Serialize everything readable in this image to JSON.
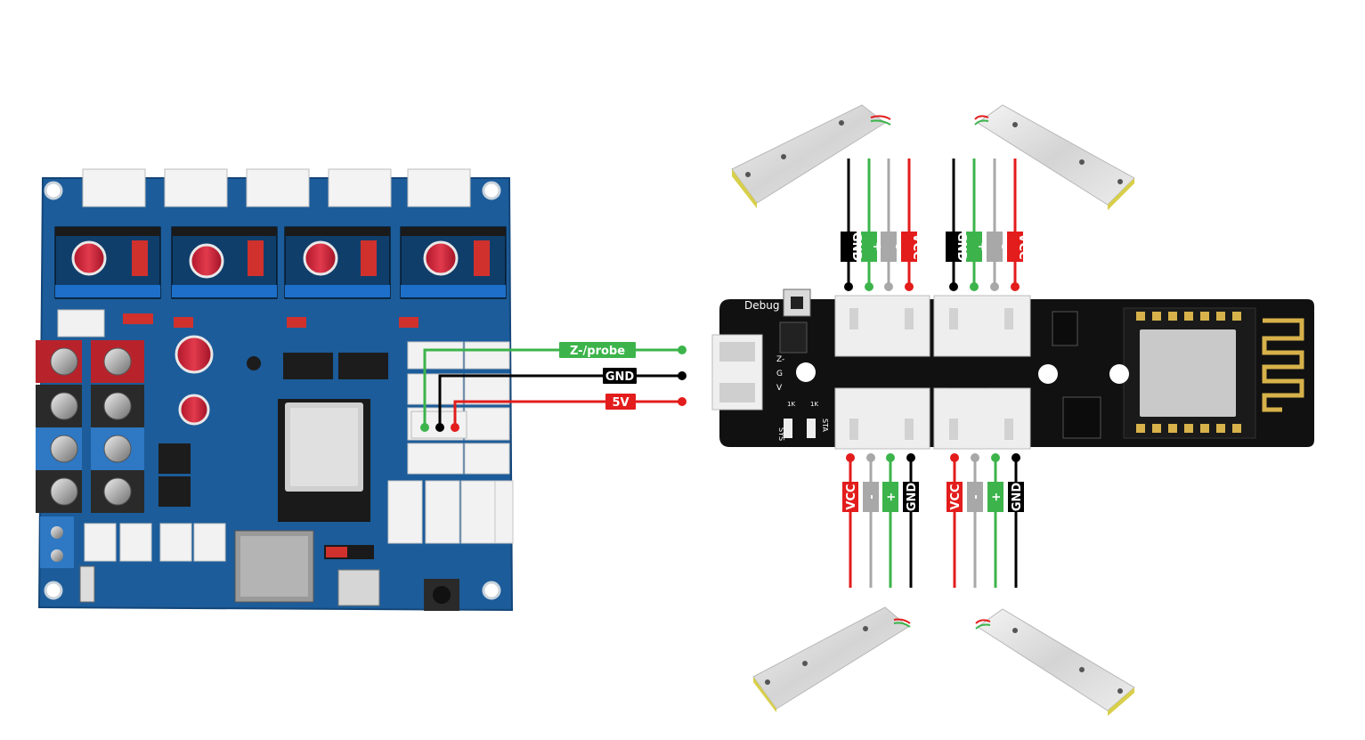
{
  "wires": {
    "probe_label": "Z-/probe",
    "gnd_label": "GND",
    "v5_label": "5V"
  },
  "colors": {
    "probe": "#3cb44b",
    "gnd": "#000000",
    "v5": "#e31c1c",
    "gray": "#a8a8a8",
    "controller_pcb": "#1c5c9a",
    "hx711_pcb": "#111111",
    "connector": "#eeeeee"
  },
  "hx711_board": {
    "debug_label": "Debug",
    "pins": [
      "Z-",
      "G",
      "V"
    ],
    "leds": [
      "SYS",
      "STA"
    ],
    "res_labels": [
      "1K",
      "1K"
    ]
  },
  "loadcells": {
    "top_left": [
      "GND",
      "+",
      "-",
      "VCC"
    ],
    "top_right": [
      "GND",
      "+",
      "-",
      "VCC"
    ],
    "bottom_left": [
      "VCC",
      "-",
      "+",
      "GND"
    ],
    "bottom_right": [
      "VCC",
      "-",
      "+",
      "GND"
    ]
  }
}
